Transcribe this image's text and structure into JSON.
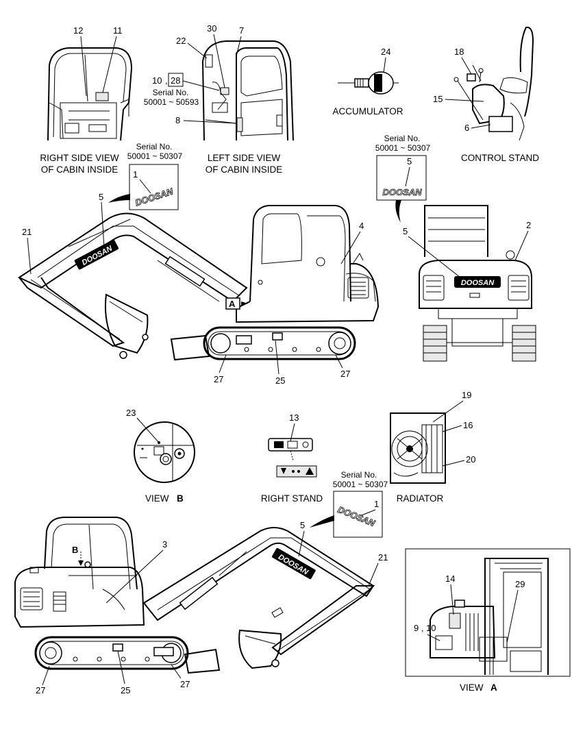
{
  "views": {
    "cabin_right": {
      "caption_line1": "RIGHT SIDE VIEW",
      "caption_line2": "OF CABIN INSIDE"
    },
    "cabin_left": {
      "caption_line1": "LEFT SIDE VIEW",
      "caption_line2": "OF CABIN INSIDE"
    },
    "accumulator": {
      "caption": "ACCUMULATOR"
    },
    "control_stand": {
      "caption": "CONTROL STAND"
    },
    "view_b": {
      "prefix": "VIEW",
      "letter": "B"
    },
    "right_stand": {
      "caption": "RIGHT STAND"
    },
    "radiator": {
      "caption": "RADIATOR"
    },
    "view_a": {
      "prefix": "VIEW",
      "letter": "A"
    }
  },
  "serials": {
    "s1": {
      "label": "Serial No.",
      "range": "50001 ~ 50593"
    },
    "s2": {
      "label": "Serial No.",
      "range": "50001 ~ 50307"
    },
    "s3": {
      "label": "Serial No.",
      "range": "50001 ~ 50307"
    },
    "s4": {
      "label": "Serial No.",
      "range": "50001 ~ 50307"
    }
  },
  "decal_text": "DOOSAN",
  "view_markers": {
    "a": "A",
    "b": "B"
  },
  "callouts": {
    "c12": "12",
    "c11": "11",
    "c22": "22",
    "c30": "30",
    "c7": "7",
    "c10": "10",
    "comma": ",",
    "c28": "28",
    "c8": "8",
    "c24": "24",
    "c18": "18",
    "c15": "15",
    "c6": "6",
    "c1a": "1",
    "c5a": "5",
    "c21a": "21",
    "c4": "4",
    "c5b": "5",
    "c5c": "5",
    "c2": "2",
    "c27a": "27",
    "c25a": "25",
    "c27b": "27",
    "c23": "23",
    "c13": "13",
    "c19": "19",
    "c16": "16",
    "c20": "20",
    "c1b": "1",
    "c5d": "5",
    "c3": "3",
    "c21b": "21",
    "c14": "14",
    "c29": "29",
    "c9_10": "9 , 10",
    "c27c": "27",
    "c25b": "25",
    "c27d": "27"
  }
}
